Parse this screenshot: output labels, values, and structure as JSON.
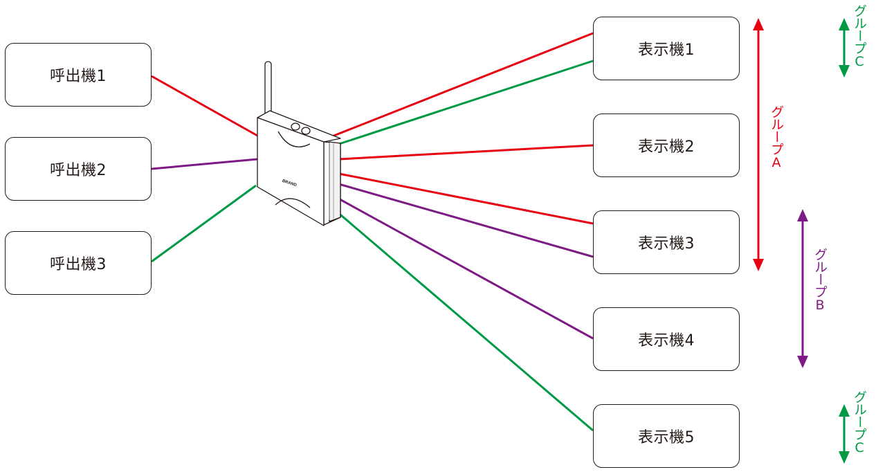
{
  "callers": [
    "呼出機1",
    "呼出機2",
    "呼出機3"
  ],
  "displays": [
    "表示機1",
    "表示機2",
    "表示機3",
    "表示機4",
    "表示機5"
  ],
  "device": {
    "brand": "BRAND"
  },
  "groups": {
    "A": {
      "label": "グループA",
      "color": "#e60012"
    },
    "B": {
      "label": "グループB",
      "color": "#7d1a85"
    },
    "C": {
      "label": "グループC",
      "color": "#009a44"
    }
  }
}
